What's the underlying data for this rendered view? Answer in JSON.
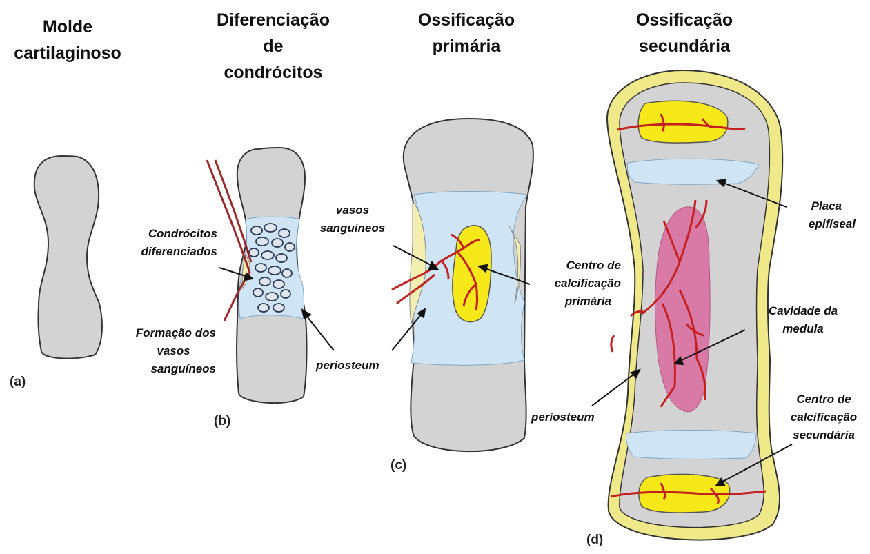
{
  "titles": {
    "a": [
      "Molde",
      "cartilaginoso"
    ],
    "b": [
      "Diferenciação",
      "de",
      "condrócitos"
    ],
    "c": [
      "Ossificação",
      "primária"
    ],
    "d": [
      "Ossificação",
      "secundária"
    ]
  },
  "panel_letters": {
    "a": "(a)",
    "b": "(b)",
    "c": "(c)",
    "d": "(d)"
  },
  "labels": {
    "condrocitos": [
      "Condrócitos",
      "diferenciados"
    ],
    "formacao": [
      "Formação dos",
      "vasos",
      "sanguíneos"
    ],
    "periosteum_b": "periosteum",
    "vasos": [
      "vasos",
      "sanguíneos"
    ],
    "centro_primario": [
      "Centro de",
      "calcificação",
      "primária"
    ],
    "placa": [
      "Placa",
      "epifíseal"
    ],
    "cavidade": [
      "Cavidade da",
      "medula"
    ],
    "periosteum_d": "periosteum",
    "centro_secundario": [
      "Centro de",
      "calcificação",
      "secundária"
    ]
  },
  "colors": {
    "cartilage": "#d3d3d3",
    "calcified_zone": "#cfe4f5",
    "periosteum": "#f3efb0",
    "ossification_center": "#f7e81a",
    "blood_vessels": "#c42020",
    "marrow_cavity": "#d97aa6",
    "outline": "#333333"
  }
}
